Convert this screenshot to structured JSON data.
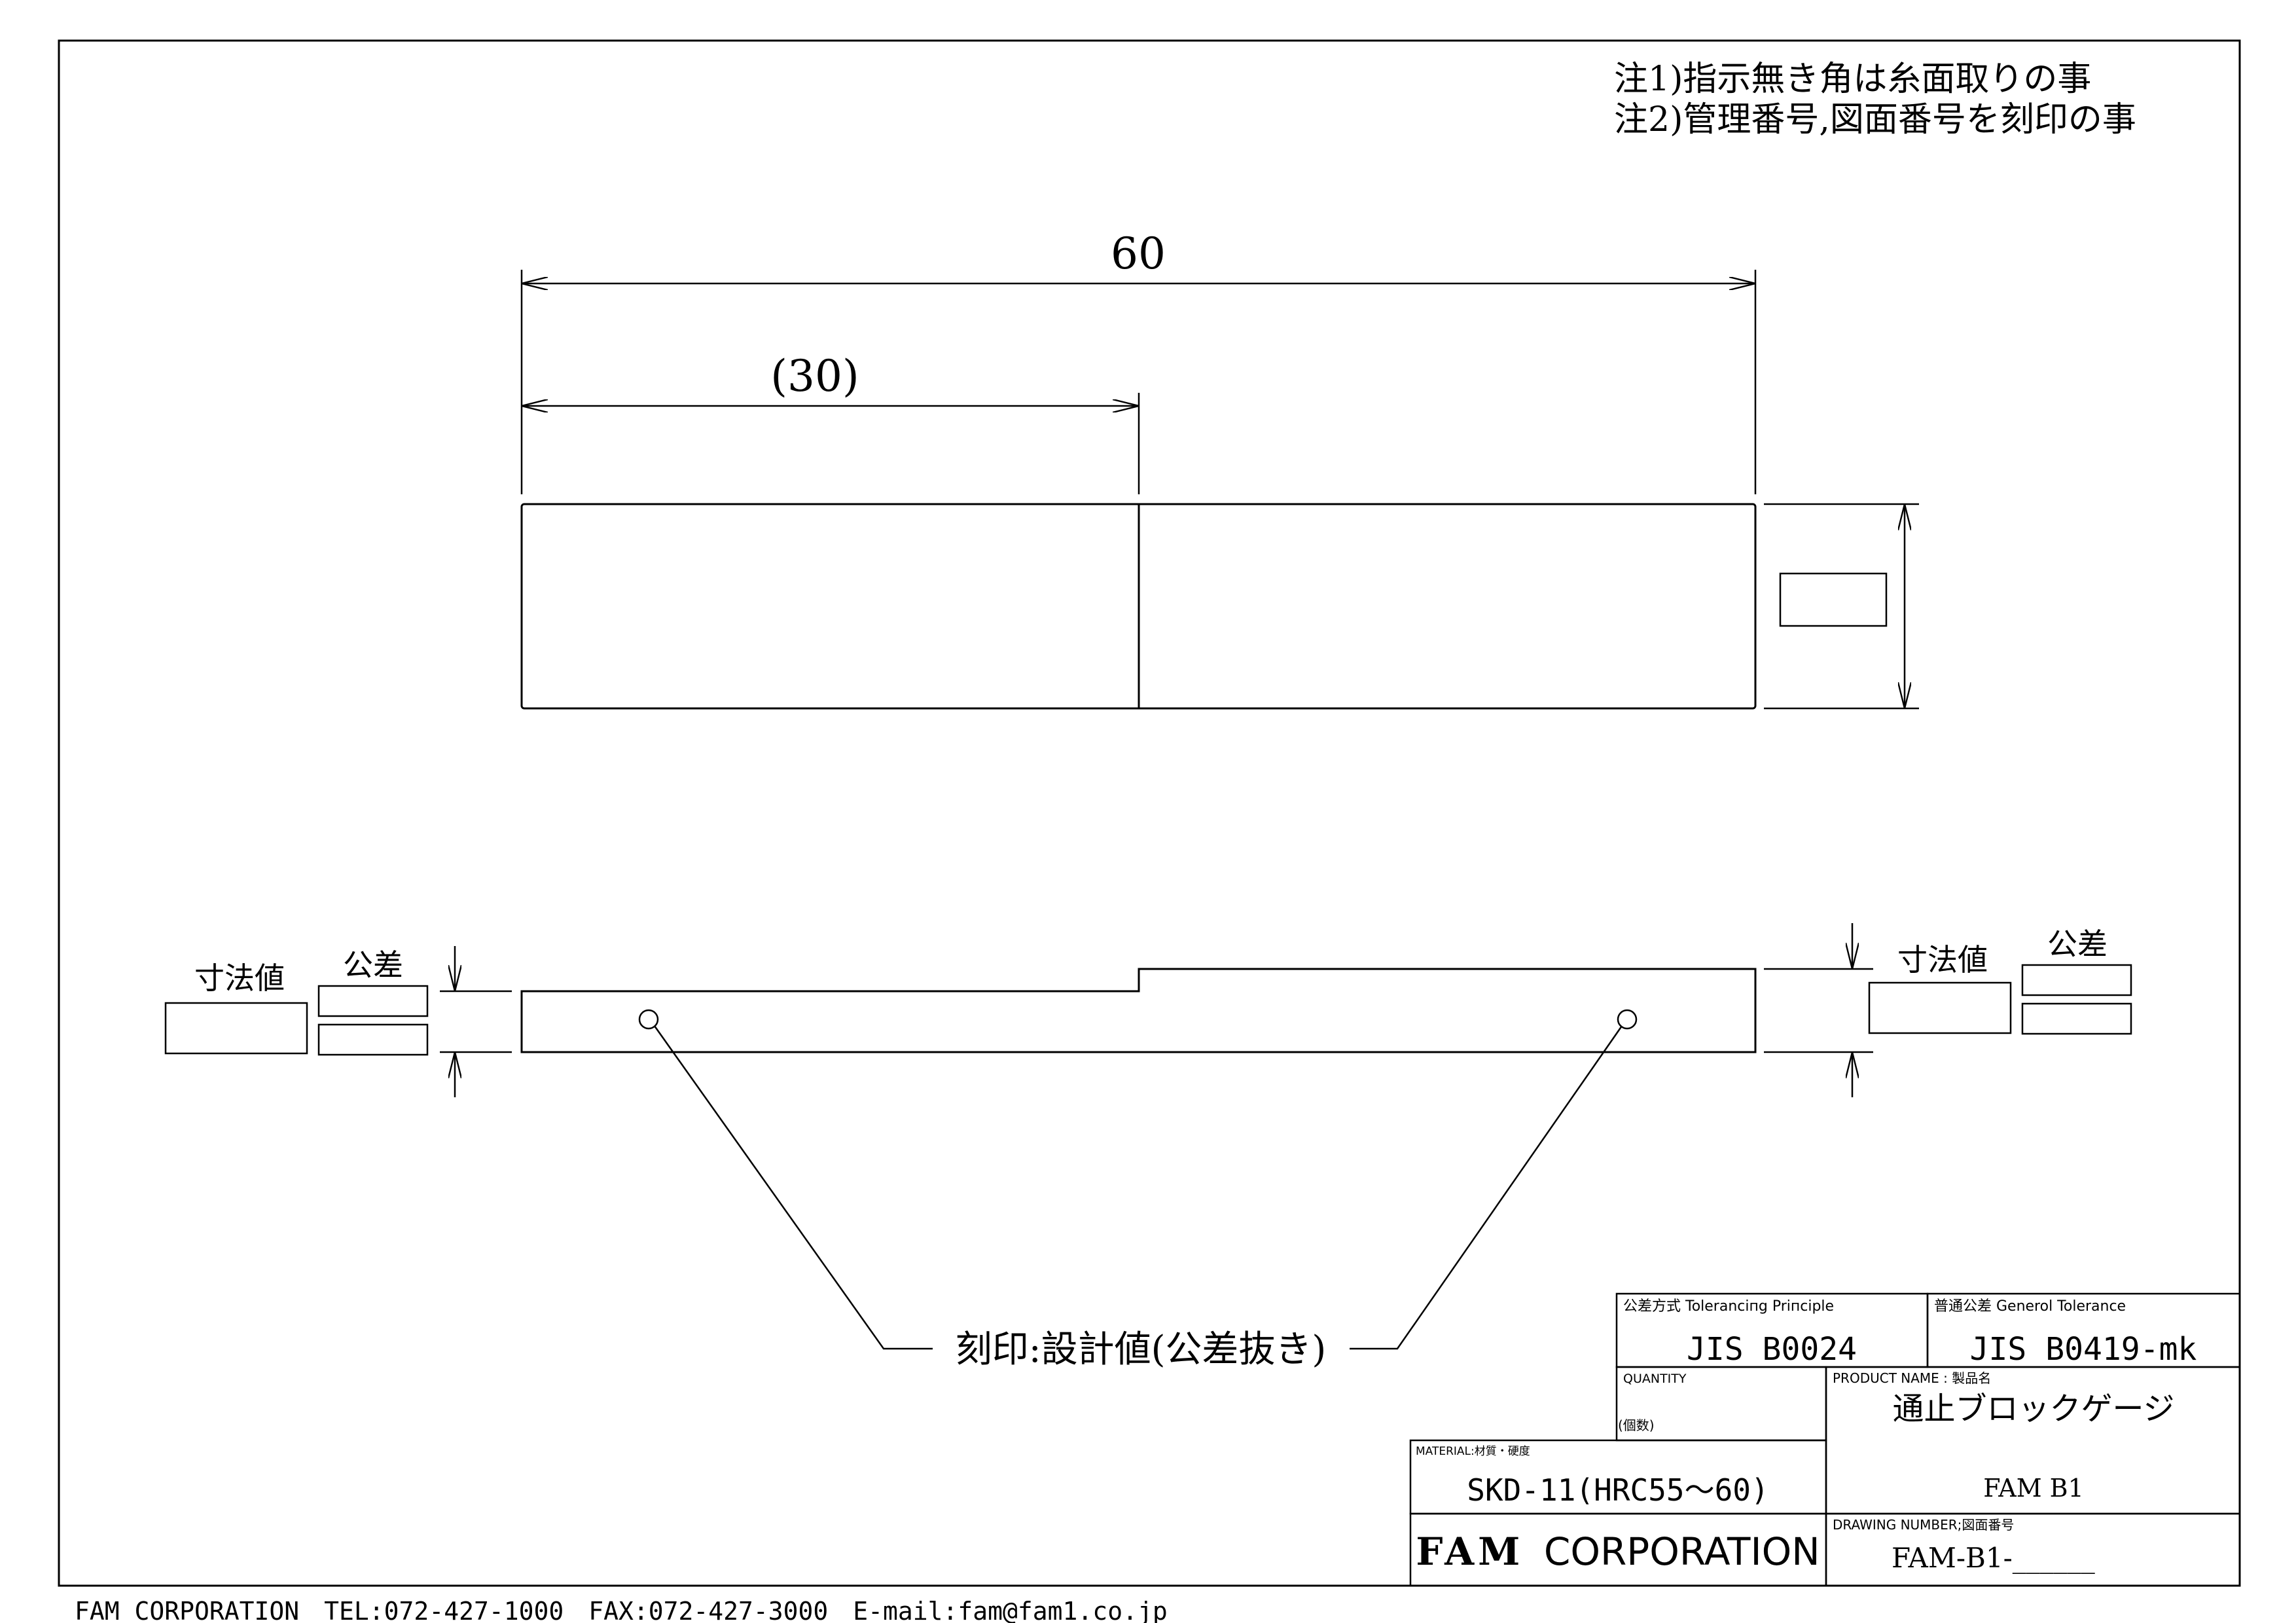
{
  "notes": {
    "note1": "注1)指示無き角は糸面取りの事",
    "note2": "注2)管理番号,図面番号を刻印の事"
  },
  "dimensions": {
    "overall_length": "60",
    "half_length": "(30)"
  },
  "side_view": {
    "left": {
      "dimension_label": "寸法値",
      "tolerance_label": "公差"
    },
    "right": {
      "dimension_label": "寸法値",
      "tolerance_label": "公差"
    },
    "engraving_callout": "刻印:設計値(公差抜き)"
  },
  "title_block": {
    "tolerancing_principle_label": "公差方式 Toleranciпg Priпciple",
    "tolerancing_principle_value": "JIS B0024",
    "general_tolerance_label": "普通公差 Generol Tolerance",
    "general_tolerance_value": "JIS B0419-mk",
    "quantity_label": "QUANTITY",
    "quantity_sub_label": "(個数)",
    "product_name_label": "PRODUCT NAME : 製品名",
    "product_name_value": "通止ブロックゲージ",
    "product_code": "FAM B1",
    "material_label": "MATERIAL:材質・硬度",
    "material_value": "SKD-11(HRC55～60)",
    "company_bold": "FAM",
    "company_rest": "CORPORATION",
    "drawing_number_label": "DRAWING NUMBER;図面番号",
    "drawing_number_value": "FAM-B1-______"
  },
  "footer": {
    "contact_line": "FAM CORPORATION　TEL:072-427-1000　FAX:072-427-3000　E-mail:fam@fam1.co.jp"
  }
}
